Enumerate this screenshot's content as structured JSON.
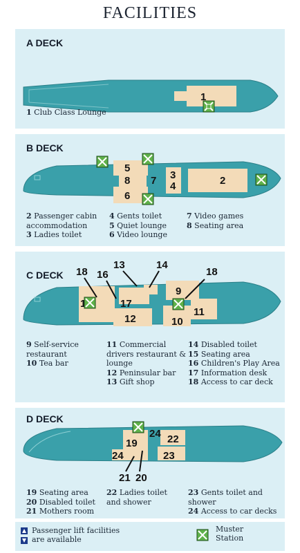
{
  "title": "FACILITIES",
  "colors": {
    "sea": "#3aa0aa",
    "deck": "#f3dbb8",
    "panel": "#dbeff5",
    "muster": "#5fb14a",
    "lift": "#1b3a8a"
  },
  "decks": {
    "a": {
      "title": "A DECK",
      "map_labels": [
        "1"
      ],
      "legend": [
        {
          "num": "1",
          "text": "Club Class Lounge"
        }
      ]
    },
    "b": {
      "title": "B DECK",
      "map_labels": [
        "5",
        "8",
        "7",
        "6",
        "3",
        "4",
        "2"
      ],
      "legend": [
        {
          "num": "2",
          "text": "Passenger cabin accommodation"
        },
        {
          "num": "3",
          "text": "Ladies toilet"
        },
        {
          "num": "4",
          "text": "Gents toilet"
        },
        {
          "num": "5",
          "text": "Quiet lounge"
        },
        {
          "num": "6",
          "text": "Video lounge"
        },
        {
          "num": "7",
          "text": "Video games"
        },
        {
          "num": "8",
          "text": "Seating area"
        }
      ]
    },
    "c": {
      "title": "C DECK",
      "map_labels": [
        "15",
        "17",
        "12",
        "9",
        "10",
        "11"
      ],
      "callouts": [
        "18",
        "16",
        "13",
        "14",
        "18"
      ],
      "legend": [
        {
          "num": "9",
          "text": "Self-service restaurant"
        },
        {
          "num": "10",
          "text": "Tea bar"
        },
        {
          "num": "11",
          "text": "Commercial drivers restaurant & lounge"
        },
        {
          "num": "12",
          "text": "Peninsular bar"
        },
        {
          "num": "13",
          "text": "Gift shop"
        },
        {
          "num": "14",
          "text": "Disabled toilet"
        },
        {
          "num": "15",
          "text": "Seating area"
        },
        {
          "num": "16",
          "text": "Children's Play Area"
        },
        {
          "num": "17",
          "text": "Information desk"
        },
        {
          "num": "18",
          "text": "Access to car deck"
        }
      ]
    },
    "d": {
      "title": "D DECK",
      "map_labels": [
        "24",
        "22",
        "19",
        "24",
        "23"
      ],
      "callouts": [
        "21",
        "20"
      ],
      "legend": [
        {
          "num": "19",
          "text": "Seating area"
        },
        {
          "num": "20",
          "text": "Disabled toilet"
        },
        {
          "num": "21",
          "text": "Mothers room"
        },
        {
          "num": "22",
          "text": "Ladies toilet and shower"
        },
        {
          "num": "23",
          "text": "Gents toilet and shower"
        },
        {
          "num": "24",
          "text": "Access to car decks"
        }
      ]
    }
  },
  "key": {
    "lift_text": "Passenger lift facilities are available",
    "muster_text": "Muster Station"
  }
}
